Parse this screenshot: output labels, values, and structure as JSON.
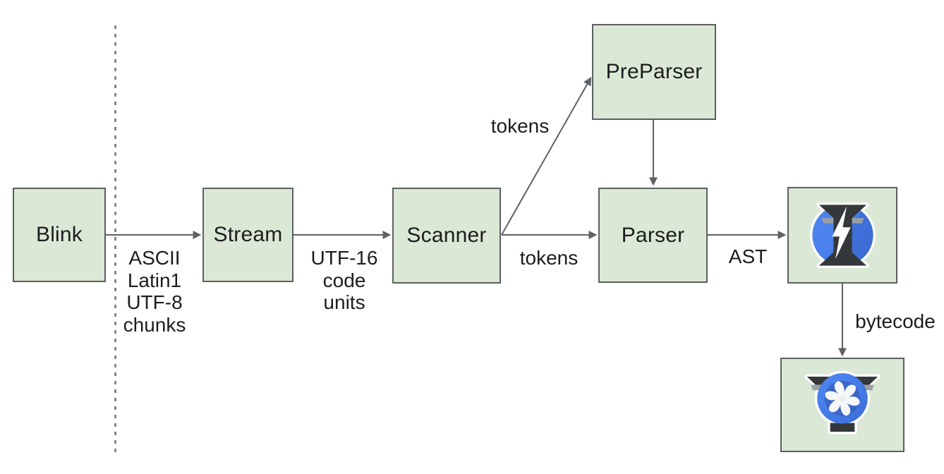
{
  "diagram": {
    "title_hint": "V8 JavaScript parsing pipeline flow diagram",
    "boxes": {
      "blink": {
        "label": "Blink"
      },
      "stream": {
        "label": "Stream"
      },
      "scanner": {
        "label": "Scanner"
      },
      "preparser": {
        "label": "PreParser"
      },
      "parser": {
        "label": "Parser"
      },
      "ignition": {
        "icon": "hourglass-lightning-icon"
      },
      "turbofan": {
        "icon": "turbine-fan-icon"
      }
    },
    "labels": {
      "blink_stream": [
        "ASCII",
        "Latin1",
        "UTF-8",
        "chunks"
      ],
      "stream_scanner": [
        "UTF-16",
        "code",
        "units"
      ],
      "scanner_preparser": "tokens",
      "scanner_parser": "tokens",
      "parser_ignition": "AST",
      "ignition_turbofan": "bytecode"
    }
  },
  "colors": {
    "box_fill": "#dbe8d5",
    "box_border": "#5b5f61",
    "arrow": "#5f6265",
    "dash": "#6f7174",
    "text": "#1c1d1e",
    "icon_blue": "#4a80ea",
    "icon_blue_dark": "#3b6cd4",
    "icon_blue_deep": "#3a66c8",
    "icon_dark": "#35383b",
    "icon_gray": "#9aa0a6",
    "icon_blade": "#f6f7f8"
  }
}
